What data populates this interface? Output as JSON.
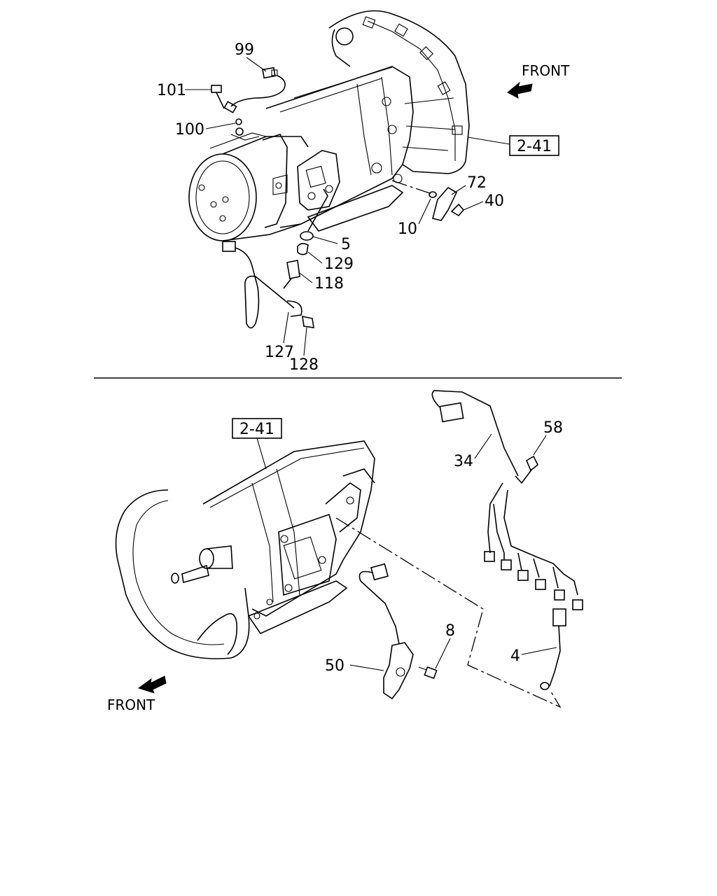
{
  "top_view": {
    "front_label": "FRONT",
    "ref_box": "2-41",
    "callouts": {
      "c99": "99",
      "c101": "101",
      "c100": "100",
      "c72": "72",
      "c40": "40",
      "c10": "10",
      "c5": "5",
      "c129": "129",
      "c118": "118",
      "c127": "127",
      "c128": "128"
    }
  },
  "bottom_view": {
    "front_label": "FRONT",
    "ref_box": "2-41",
    "callouts": {
      "c58": "58",
      "c34": "34",
      "c8": "8",
      "c50": "50",
      "c4": "4"
    }
  }
}
